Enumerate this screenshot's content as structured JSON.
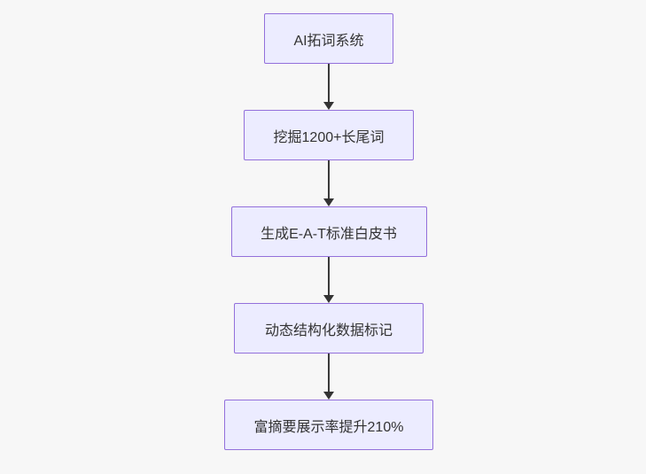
{
  "page": {
    "background_color": "#f7f7f7"
  },
  "flowchart": {
    "direction": "top-down",
    "node_fill_color": "#ECECFF",
    "node_border_color": "#9370DB",
    "text_color": "#333333",
    "arrow_color": "#333333",
    "nodes": [
      {
        "label": "AI拓词系统"
      },
      {
        "label": "挖掘1200+长尾词"
      },
      {
        "label": "生成E-A-T标准白皮书"
      },
      {
        "label": "动态结构化数据标记"
      },
      {
        "label": "富摘要展示率提升210%"
      }
    ]
  }
}
